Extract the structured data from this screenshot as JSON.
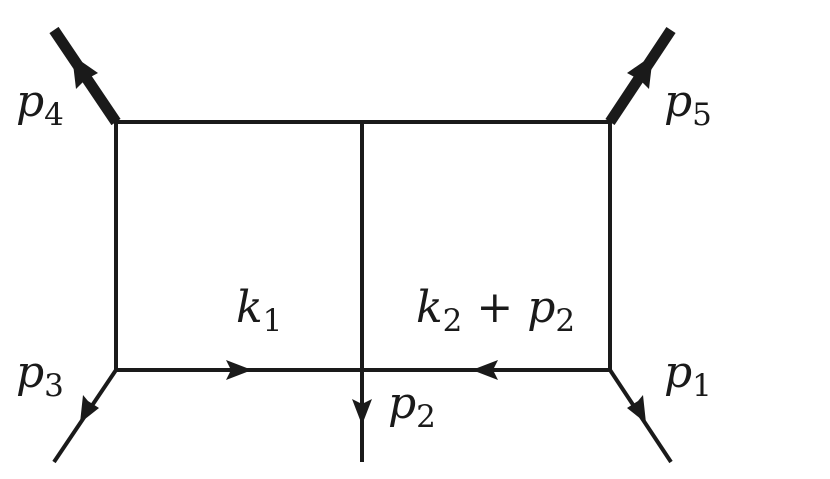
{
  "labels": {
    "p1": {
      "main": "p",
      "sub": "1"
    },
    "p2_vertex": {
      "main": "p",
      "sub": "2"
    },
    "p3": {
      "main": "p",
      "sub": "3"
    },
    "p4": {
      "main": "p",
      "sub": "4"
    },
    "p5": {
      "main": "p",
      "sub": "5"
    },
    "k1": {
      "main": "k",
      "sub": "1"
    },
    "k2_plus_p2": {
      "main1": "k",
      "sub1": "2",
      "op": " + ",
      "main2": "p",
      "sub2": "2"
    }
  }
}
